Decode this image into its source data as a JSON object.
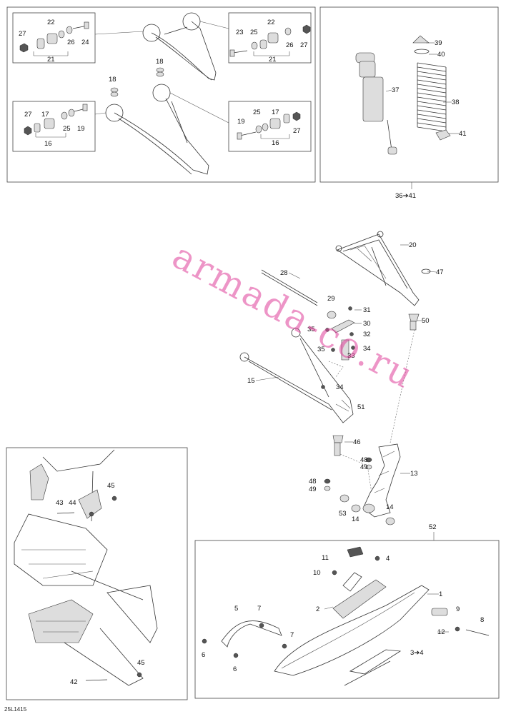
{
  "labels": {
    "p27a": "27",
    "p22a": "22",
    "p26a": "26",
    "p24": "24",
    "p21a": "21",
    "p22b": "22",
    "p23": "23",
    "p25a": "25",
    "p26b": "26",
    "p27b": "27",
    "p21b": "21",
    "p18a": "18",
    "p18b": "18",
    "p27c": "27",
    "p17a": "17",
    "p25b": "25",
    "p19a": "19",
    "p16a": "16",
    "p19b": "19",
    "p25c": "25",
    "p17b": "17",
    "p27d": "27",
    "p16b": "16",
    "p39": "39",
    "p40": "40",
    "p37": "37",
    "p38": "38",
    "p41": "41",
    "p36_41": "36➔41",
    "p20": "20",
    "p28": "28",
    "p47": "47",
    "p29": "29",
    "p31": "31",
    "p30": "30",
    "p50": "50",
    "p35a": "35",
    "p32": "32",
    "p35b": "35",
    "p34a": "34",
    "p33": "33",
    "p15": "15",
    "p34b": "34",
    "p51": "51",
    "p46": "46",
    "p48a": "48",
    "p49a": "49",
    "p13": "13",
    "p48b": "48",
    "p49b": "49",
    "p53": "53",
    "p14a": "14",
    "p14b": "14",
    "p43": "43",
    "p44": "44",
    "p45a": "45",
    "p45b": "45",
    "p42": "42",
    "p52": "52",
    "p11": "11",
    "p4": "4",
    "p10": "10",
    "p1": "1",
    "p2": "2",
    "p9": "9",
    "p8": "8",
    "p12": "12",
    "p5": "5",
    "p7a": "7",
    "p7b": "7",
    "p6a": "6",
    "p6b": "6",
    "p3_4": "3➔4"
  },
  "watermark": "armada-co.ru",
  "footer": "25L1415"
}
